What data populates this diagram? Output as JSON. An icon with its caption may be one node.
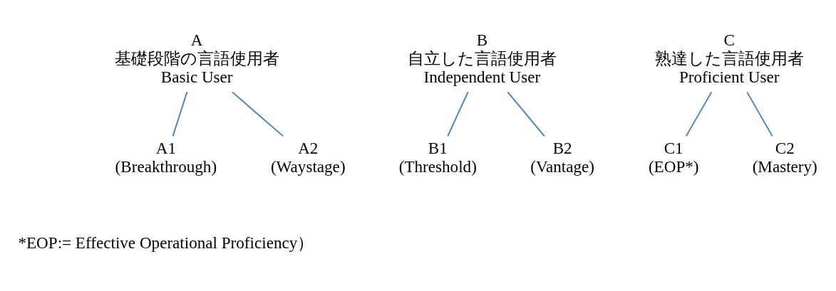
{
  "diagram": {
    "nodes": [
      {
        "text": [
          "A",
          "基礎段階の言語使用者",
          "Basic User"
        ]
      },
      {
        "text": [
          "A1",
          "(Breakthrough)"
        ]
      },
      {
        "text": [
          "A2",
          "(Waystage)"
        ]
      },
      {
        "text": [
          "B",
          "自立した言語使用者",
          "Independent User"
        ]
      },
      {
        "text": [
          "B1",
          "(Threshold)"
        ]
      },
      {
        "text": [
          "B2",
          "(Vantage)"
        ]
      },
      {
        "text": [
          "C",
          "熟達した言語使用者",
          "Proficient User"
        ]
      },
      {
        "text": [
          "C1",
          "(EOP*)"
        ]
      },
      {
        "text": [
          "C2",
          "(Mastery)"
        ]
      }
    ],
    "edges": [
      {
        "from": 0,
        "to": 1,
        "arrow": "none"
      },
      {
        "from": 0,
        "to": 2,
        "arrow": "none"
      },
      {
        "from": 3,
        "to": 4,
        "arrow": "none"
      },
      {
        "from": 3,
        "to": 5,
        "arrow": "none"
      },
      {
        "from": 6,
        "to": 7,
        "arrow": "none"
      },
      {
        "from": 6,
        "to": 8,
        "arrow": "none"
      }
    ],
    "labels": [
      "*EOP:= Effective Operational Proficiency）"
    ]
  }
}
